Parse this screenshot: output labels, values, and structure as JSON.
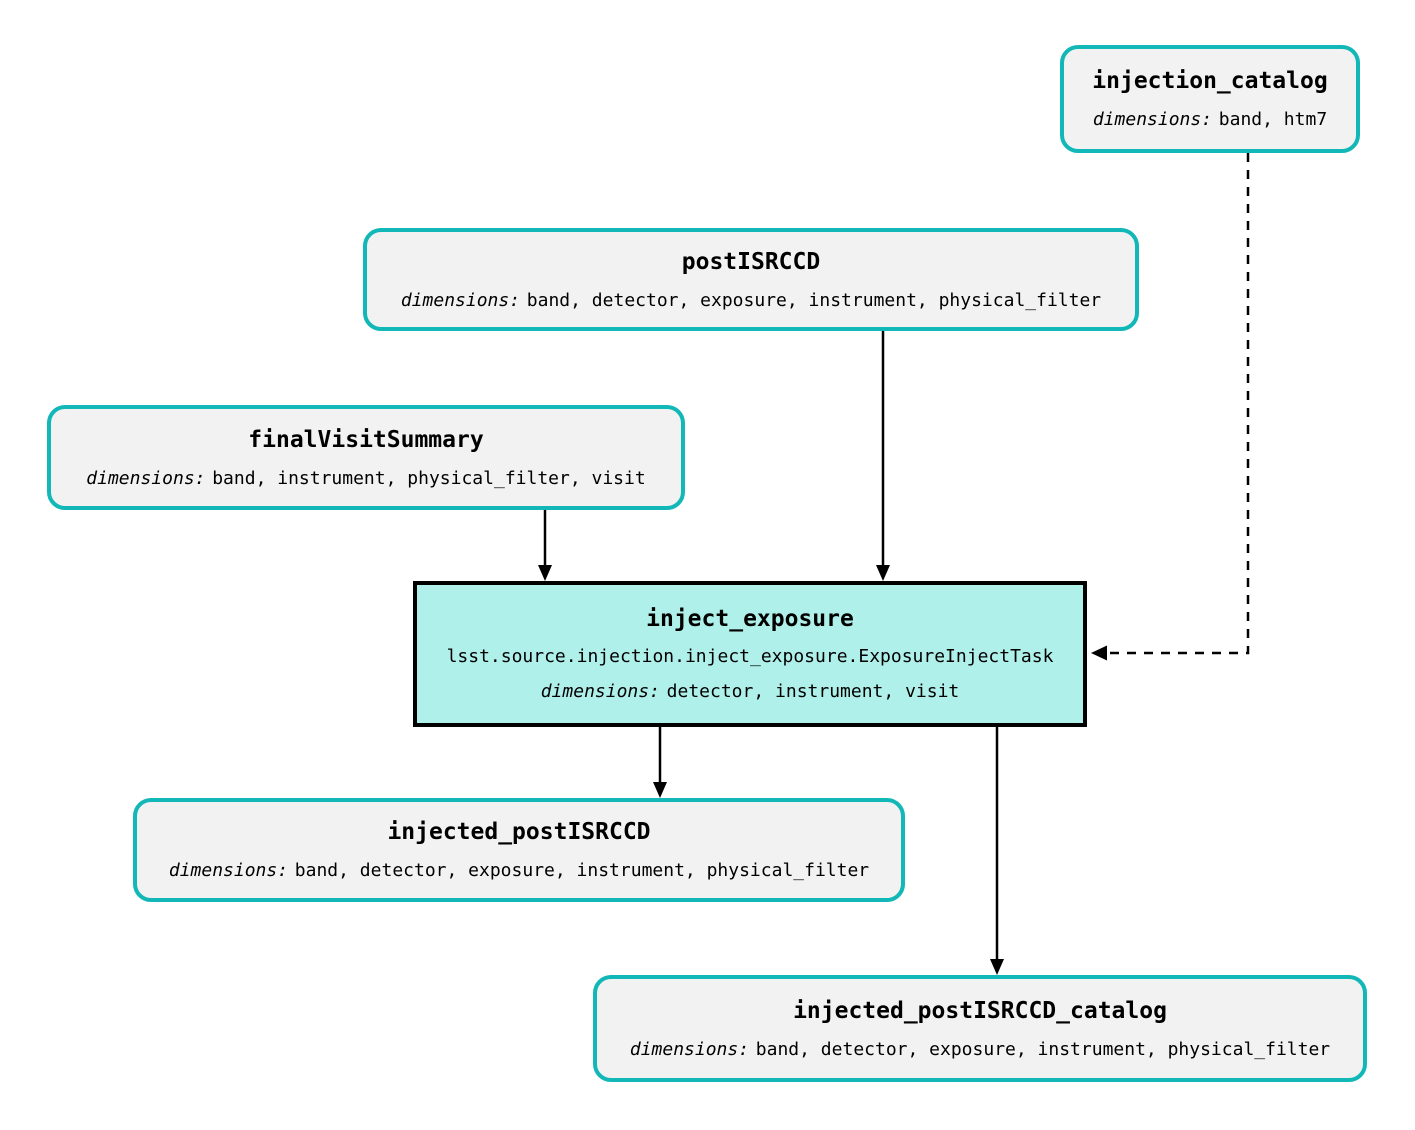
{
  "nodes": {
    "injection_catalog": {
      "type": "dataset",
      "title": "injection_catalog",
      "dimensions_label": "dimensions:",
      "dimensions": "band, htm7"
    },
    "postISRCCD": {
      "type": "dataset",
      "title": "postISRCCD",
      "dimensions_label": "dimensions:",
      "dimensions": "band, detector, exposure, instrument, physical_filter"
    },
    "finalVisitSummary": {
      "type": "dataset",
      "title": "finalVisitSummary",
      "dimensions_label": "dimensions:",
      "dimensions": "band, instrument, physical_filter, visit"
    },
    "inject_exposure": {
      "type": "task",
      "title": "inject_exposure",
      "task_class": "lsst.source.injection.inject_exposure.ExposureInjectTask",
      "dimensions_label": "dimensions:",
      "dimensions": "detector, instrument, visit"
    },
    "injected_postISRCCD": {
      "type": "dataset",
      "title": "injected_postISRCCD",
      "dimensions_label": "dimensions:",
      "dimensions": "band, detector, exposure, instrument, physical_filter"
    },
    "injected_postISRCCD_catalog": {
      "type": "dataset",
      "title": "injected_postISRCCD_catalog",
      "dimensions_label": "dimensions:",
      "dimensions": "band, detector, exposure, instrument, physical_filter"
    }
  },
  "edges": [
    {
      "from": "postISRCCD",
      "to": "inject_exposure",
      "style": "solid"
    },
    {
      "from": "finalVisitSummary",
      "to": "inject_exposure",
      "style": "solid"
    },
    {
      "from": "injection_catalog",
      "to": "inject_exposure",
      "style": "dashed"
    },
    {
      "from": "inject_exposure",
      "to": "injected_postISRCCD",
      "style": "solid"
    },
    {
      "from": "inject_exposure",
      "to": "injected_postISRCCD_catalog",
      "style": "solid"
    }
  ],
  "colors": {
    "dataset_border": "#12b7b7",
    "dataset_fill": "#f2f2f2",
    "task_fill": "#b0f0ea",
    "task_border": "#000000",
    "edge": "#000000",
    "background": "#ffffff",
    "text": "#000000"
  }
}
